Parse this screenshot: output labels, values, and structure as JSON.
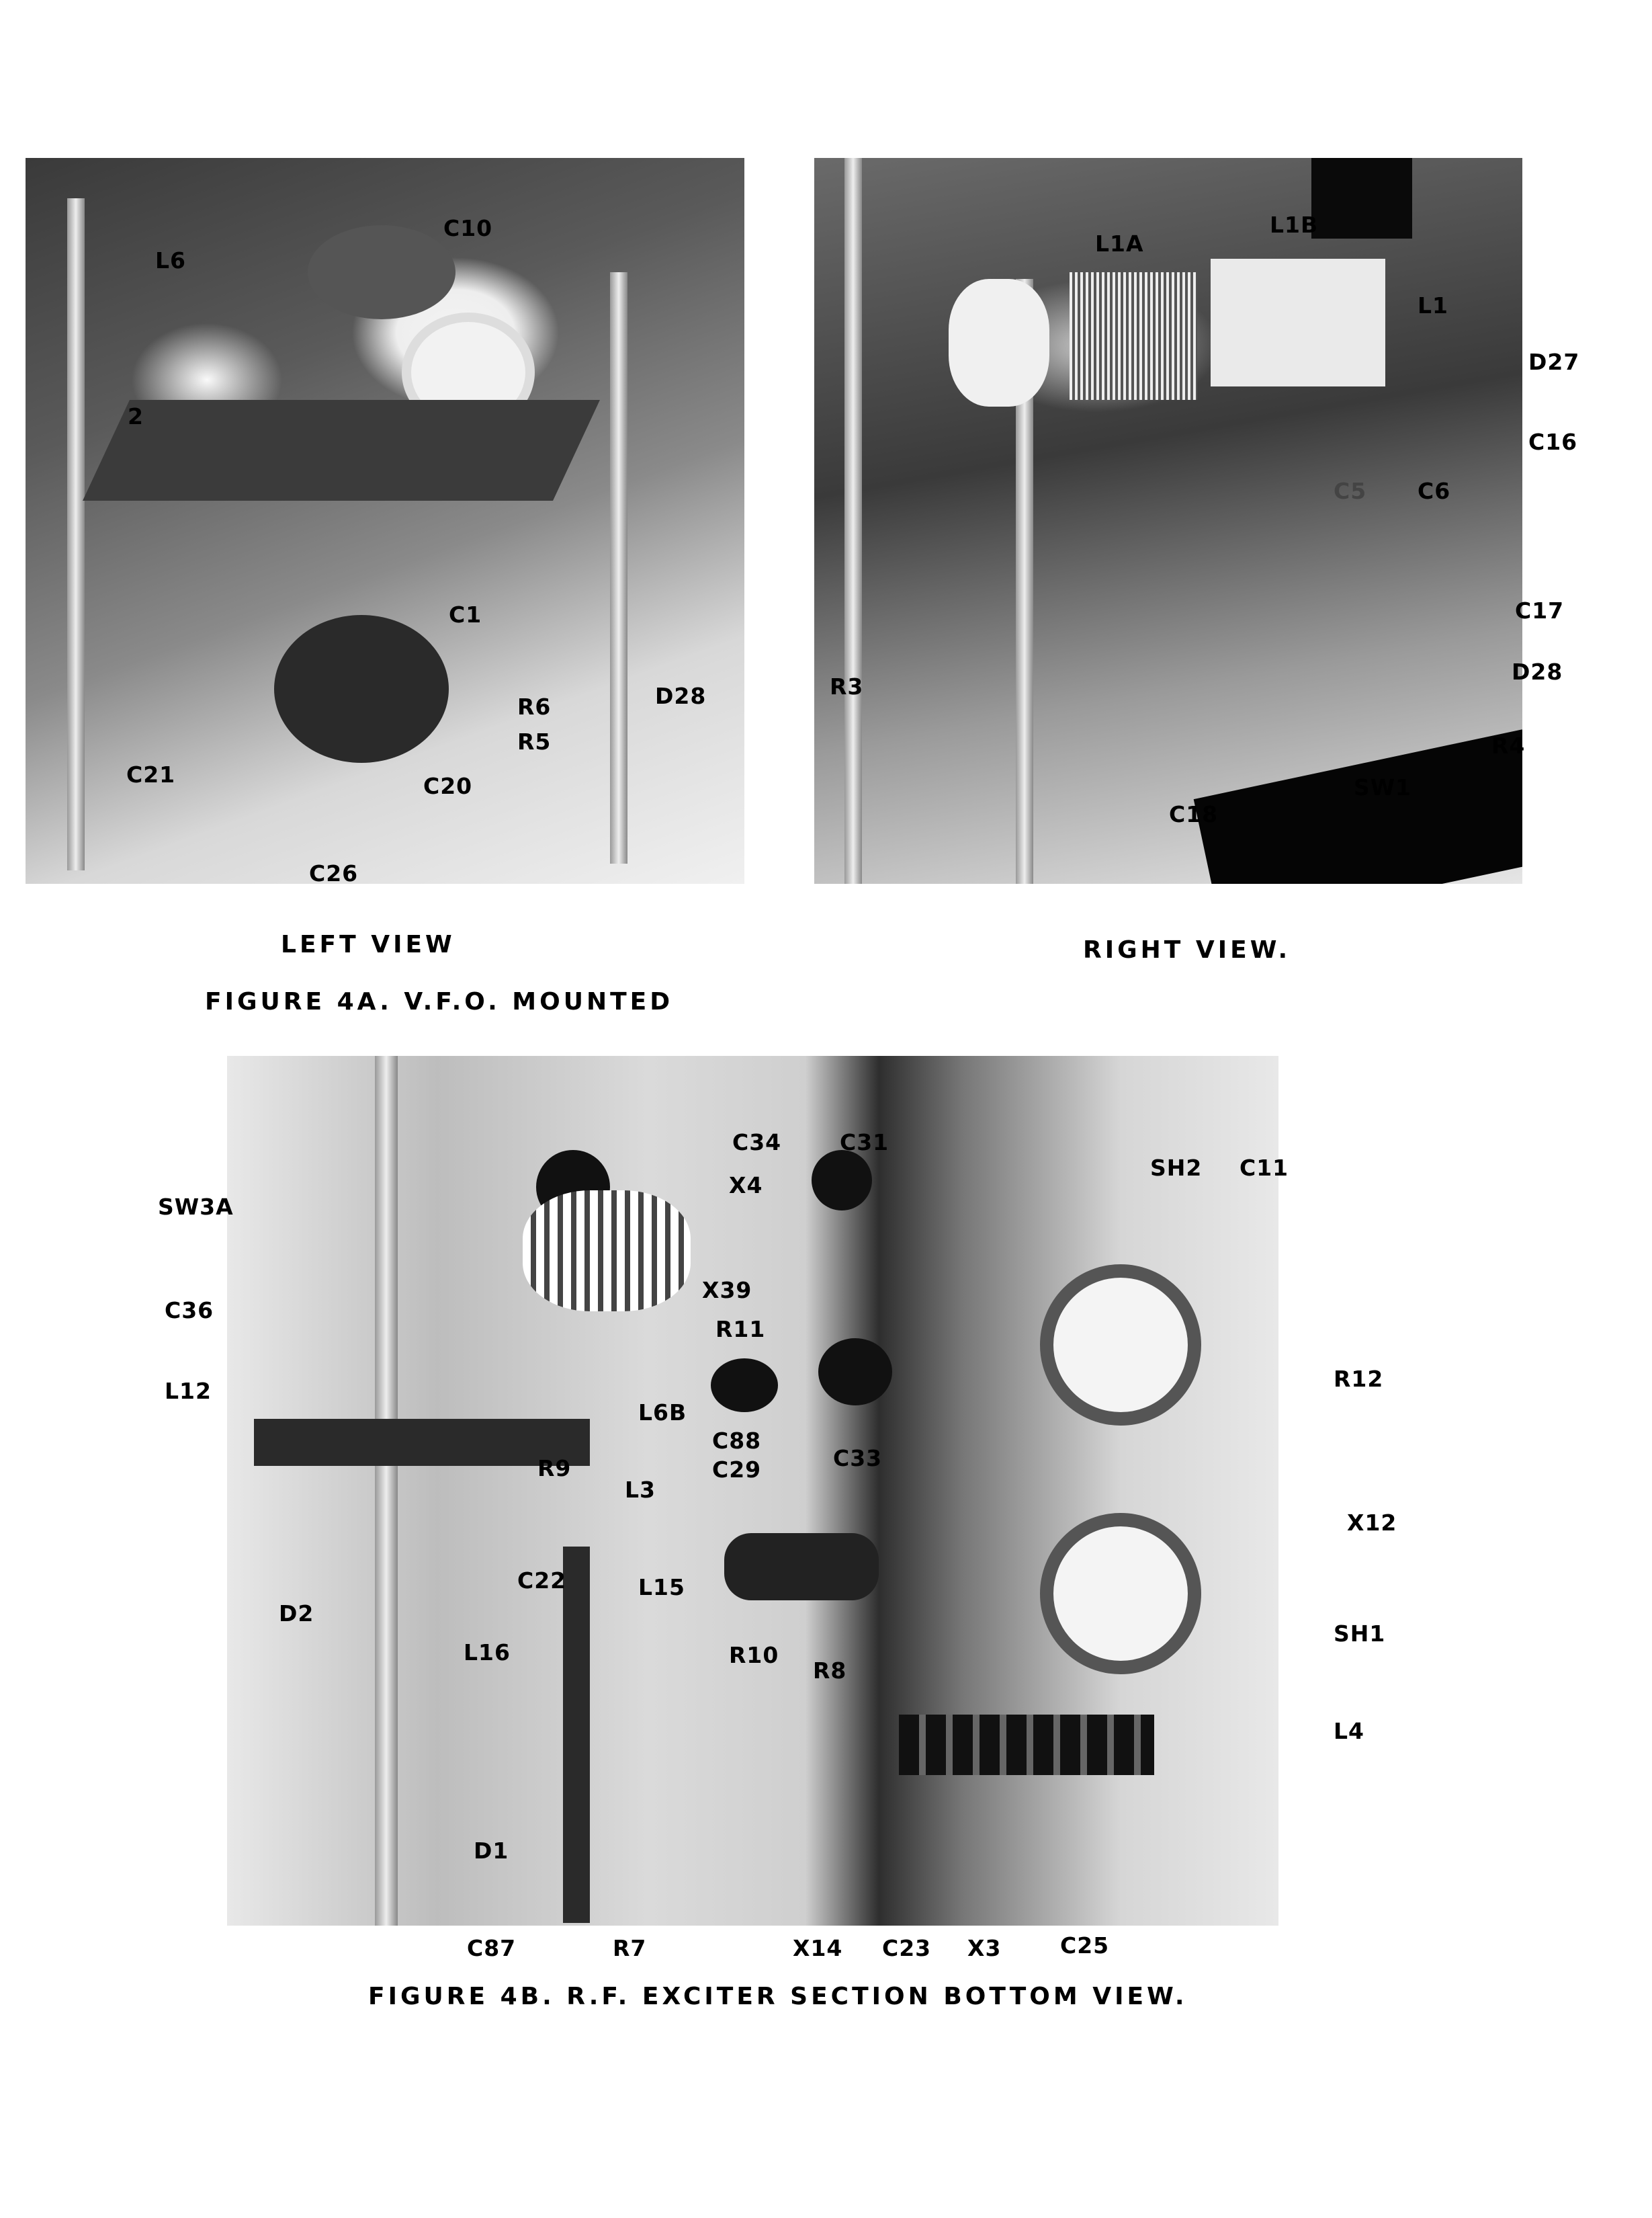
{
  "figure_4a": {
    "left_view_labels": [
      "L6",
      "C10",
      "2",
      "C1",
      "R6",
      "R5",
      "D28",
      "C21",
      "C20",
      "C26"
    ],
    "right_view_labels": [
      "L1A",
      "L1B",
      "L1",
      "D27",
      "C16",
      "C5",
      "C6",
      "C17",
      "D28",
      "R3",
      "R4",
      "SW1",
      "C18"
    ],
    "left_caption": "LEFT VIEW",
    "right_caption": "RIGHT VIEW.",
    "caption": "FIGURE 4A.  V.F.O. MOUNTED"
  },
  "figure_4b": {
    "labels": [
      "SW3A",
      "C36",
      "L12",
      "C34",
      "C31",
      "X4",
      "SH2",
      "C11",
      "X39",
      "R11",
      "L6B",
      "C88",
      "C29",
      "C33",
      "R12",
      "R9",
      "L3",
      "X12",
      "C22",
      "L15",
      "D2",
      "R10",
      "R8",
      "SH1",
      "L16",
      "L4",
      "D1",
      "C87",
      "R7",
      "X14",
      "C23",
      "X3",
      "C25"
    ],
    "caption": "FIGURE 4B.  R.F.  EXCITER  SECTION  BOTTOM VIEW."
  }
}
